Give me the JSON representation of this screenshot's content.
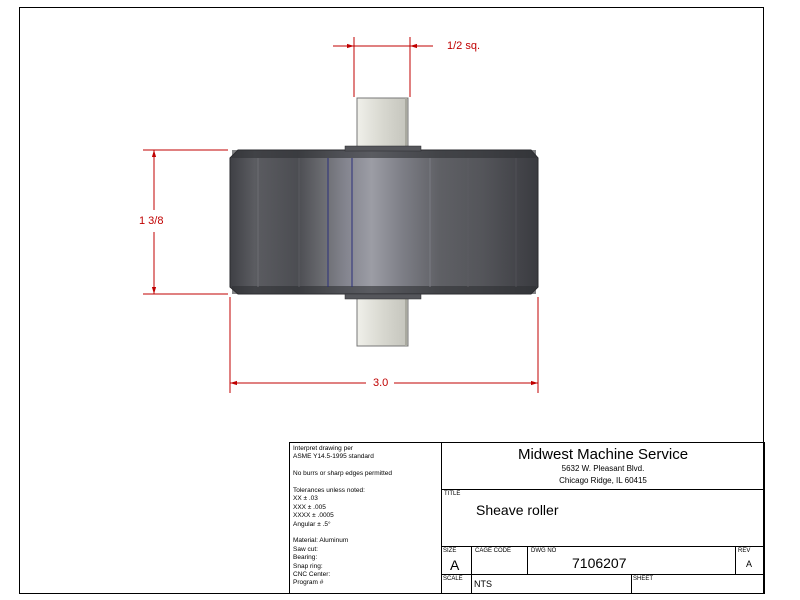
{
  "dimensions": {
    "width_label": "1/2 sq.",
    "height_label": "1 3/8",
    "length_label": "3.0"
  },
  "colors": {
    "dimension": "#c00000",
    "part_dark": "#4a4b50",
    "part_light": "#d6d6cf"
  },
  "notes": {
    "lines": [
      "Interpret drawing per",
      "ASME Y14.5-1995 standard",
      "",
      "No burrs or sharp edges permitted",
      "",
      "Tolerances unless noted:",
      "XX ± .03",
      "XXX ± .005",
      "XXXX ± .0005",
      "Angular ± .5°",
      "",
      "Material: Aluminum",
      "Saw cut:",
      "Bearing:",
      "Snap ring:",
      "CNC Center:",
      "Program #"
    ]
  },
  "title_block": {
    "company_name": "Midwest Machine Service",
    "address_line1": "5632 W. Pleasant Blvd.",
    "address_line2": "Chicago Ridge, IL 60415",
    "title_label": "TITLE",
    "title_value": "Sheave roller",
    "size_label": "SIZE",
    "size_value": "A",
    "cage_code_label": "CAGE CODE",
    "cage_code_value": "",
    "dwg_no_label": "DWG NO",
    "dwg_no_value": "7106207",
    "rev_label": "REV",
    "rev_value": "A",
    "scale_label": "SCALE",
    "scale_value": "NTS",
    "sheet_label": "SHEET",
    "sheet_value": ""
  }
}
